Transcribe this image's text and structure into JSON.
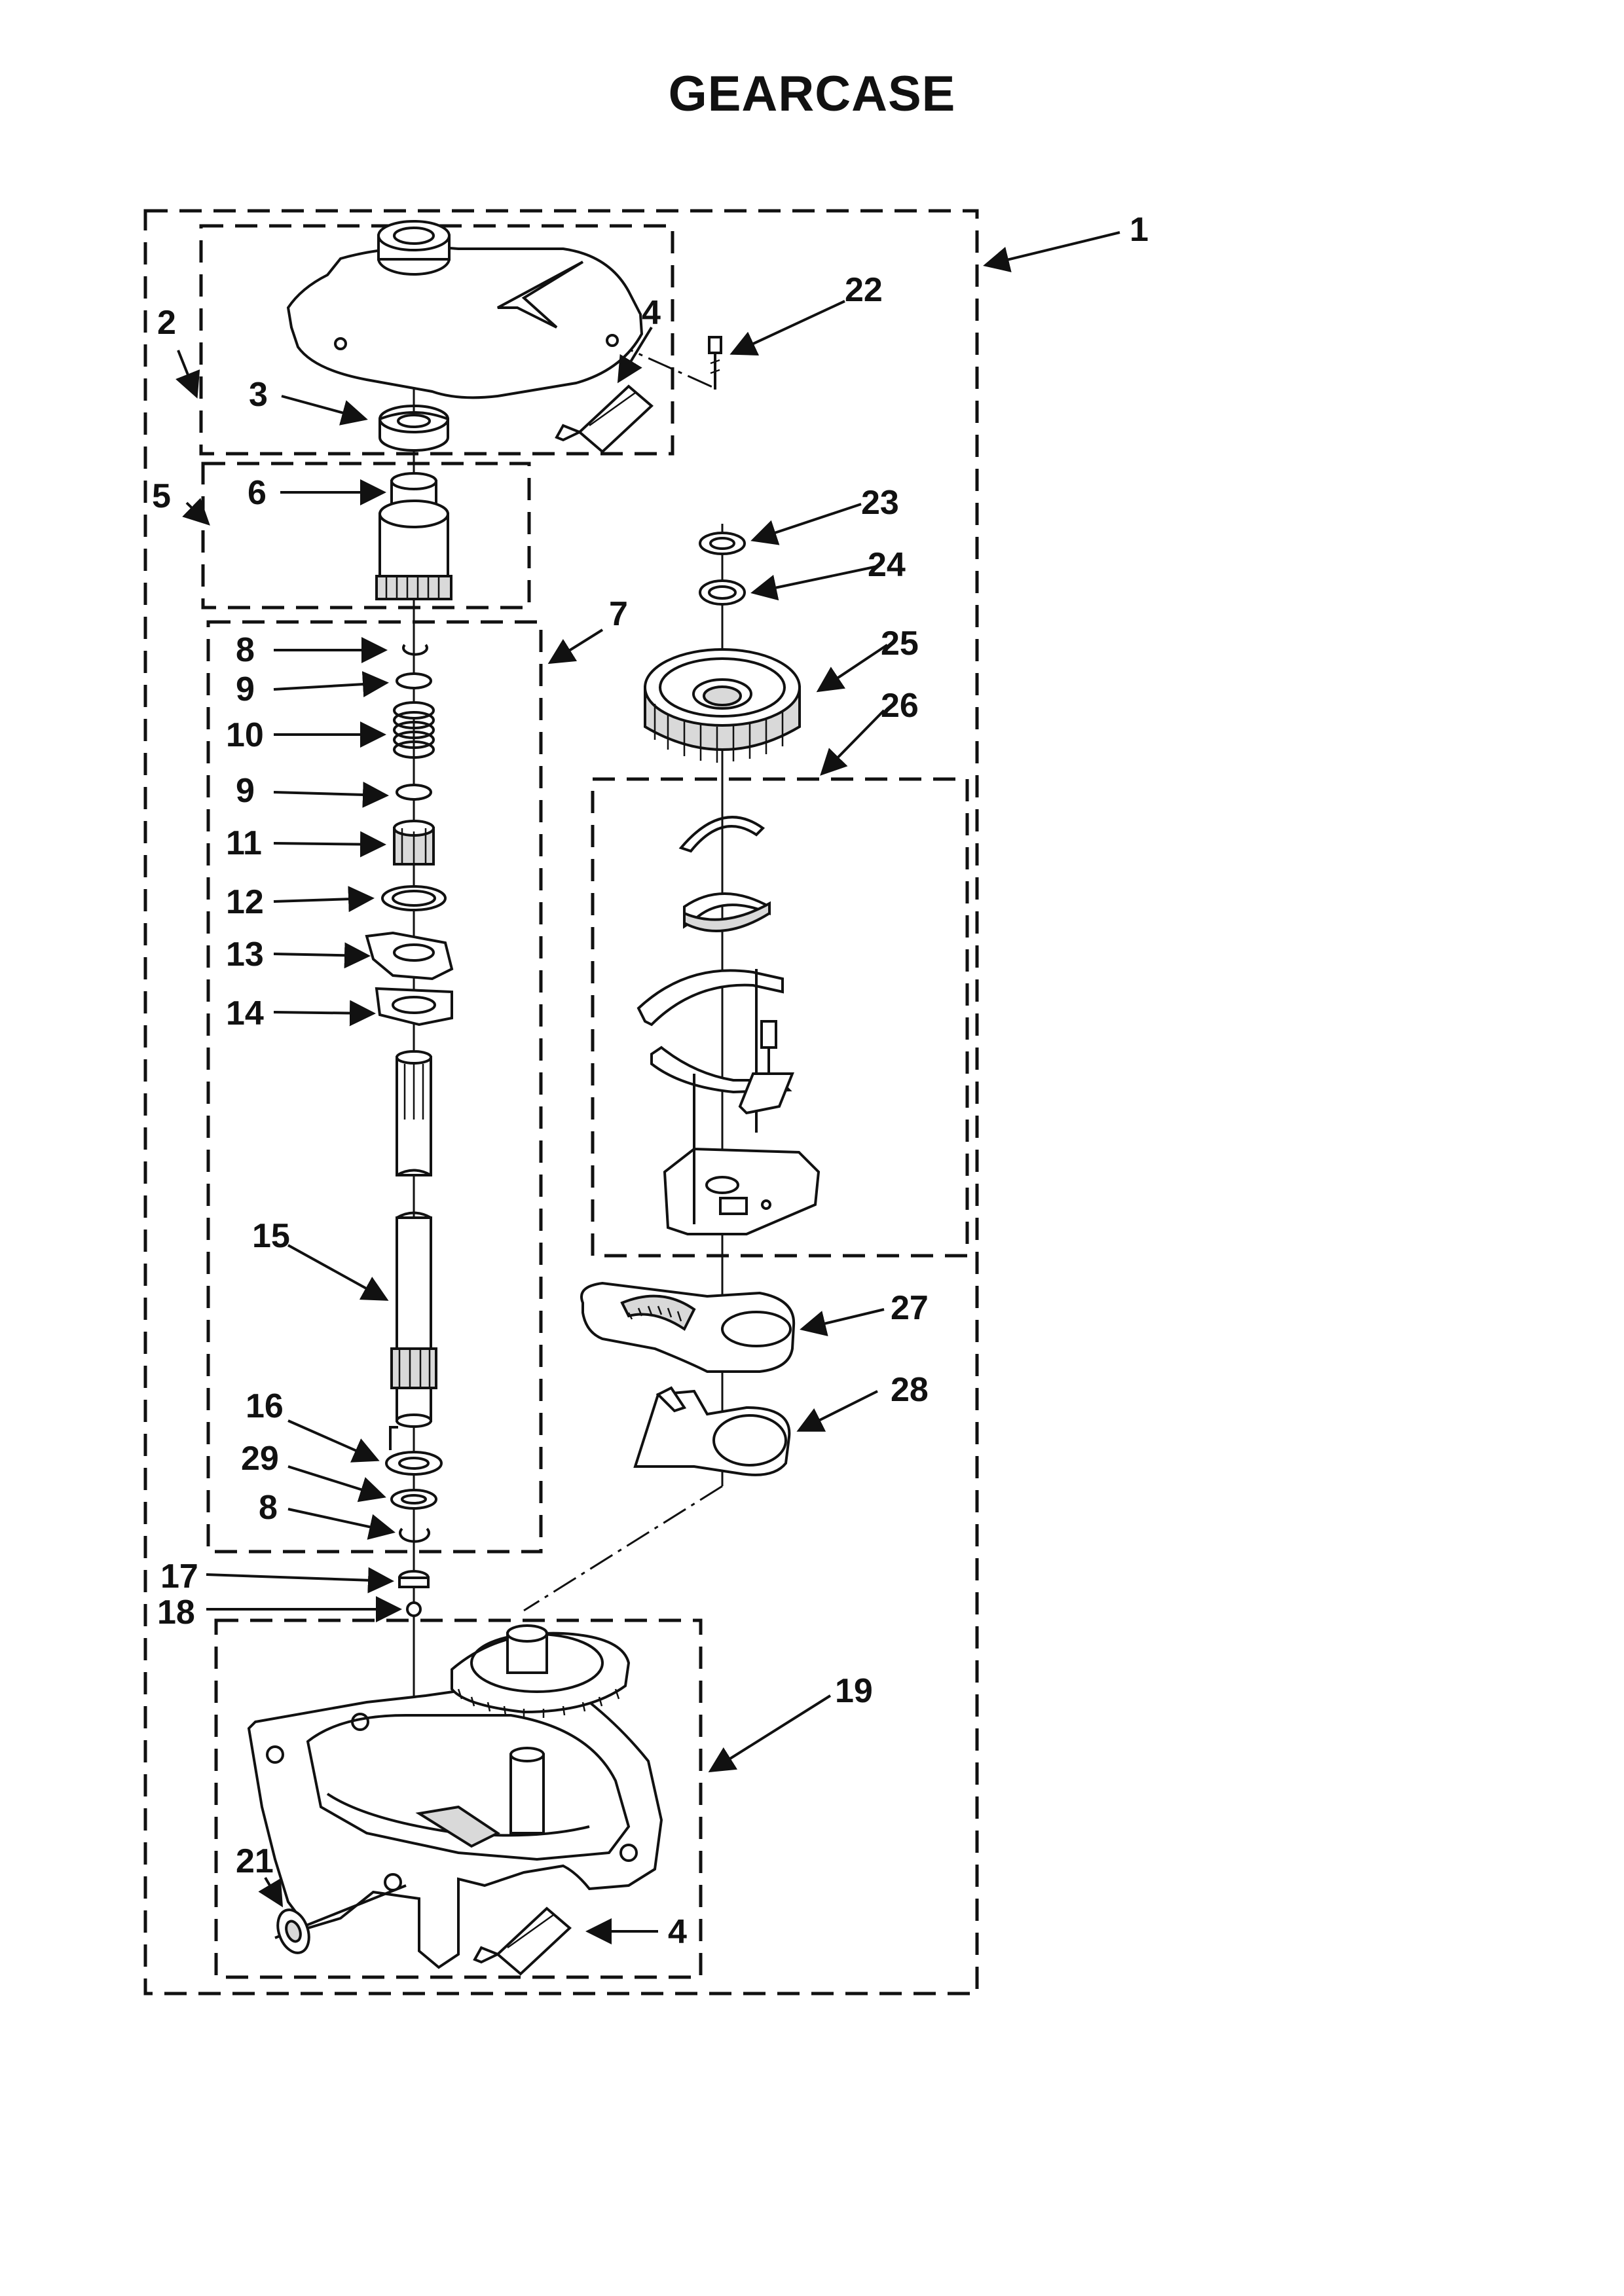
{
  "title": "GEARCASE",
  "callouts": [
    "1",
    "2",
    "3",
    "4",
    "5",
    "6",
    "7",
    "8",
    "9",
    "10",
    "9",
    "11",
    "12",
    "13",
    "14",
    "15",
    "16",
    "29",
    "8",
    "17",
    "18",
    "19",
    "21",
    "4",
    "22",
    "23",
    "24",
    "25",
    "26",
    "27",
    "28"
  ],
  "colors": {
    "ink": "#111111",
    "paper": "#ffffff",
    "shade": "#d9d9d9"
  }
}
